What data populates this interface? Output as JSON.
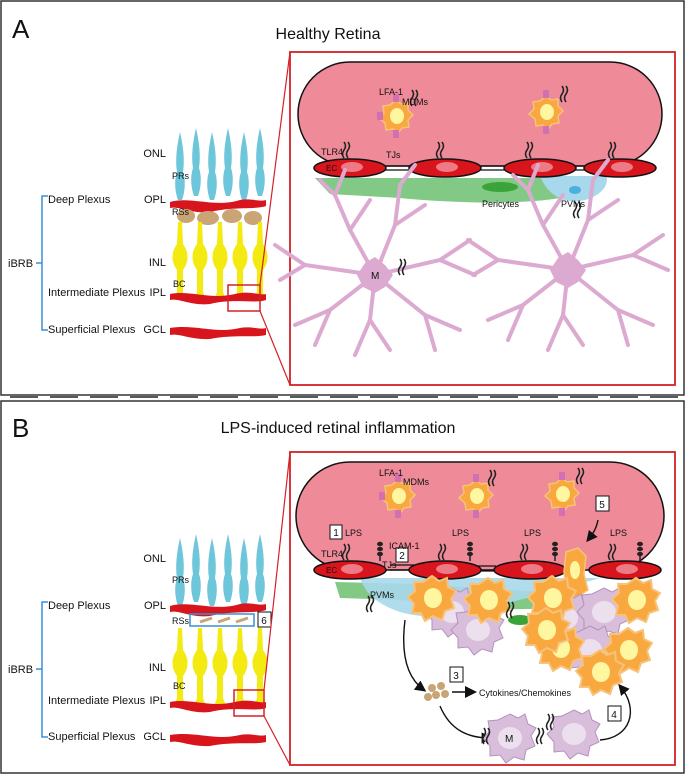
{
  "panelA": {
    "letter": "A",
    "title": "Healthy Retina",
    "layers": {
      "onl": "ONL",
      "opl": "OPL",
      "inl": "INL",
      "ipl": "IPL",
      "gcl": "GCL"
    },
    "plexus": {
      "deep": "Deep Plexus",
      "intermediate": "Intermediate Plexus",
      "superficial": "Superficial Plexus"
    },
    "ibrb": "iBRB",
    "cells": {
      "prs": "PRs",
      "rss": "RSs",
      "bc": "BC"
    },
    "inset": {
      "lfa1": "LFA-1",
      "mdms": "MDMs",
      "tlr4": "TLR4",
      "ec": "EC",
      "tjs": "TJs",
      "pericytes": "Pericytes",
      "pvms": "PVMs",
      "m": "M"
    }
  },
  "panelB": {
    "letter": "B",
    "title": "LPS-induced retinal inflammation",
    "layers": {
      "onl": "ONL",
      "opl": "OPL",
      "inl": "INL",
      "ipl": "IPL",
      "gcl": "GCL"
    },
    "plexus": {
      "deep": "Deep Plexus",
      "intermediate": "Intermediate Plexus",
      "superficial": "Superficial Plexus"
    },
    "ibrb": "iBRB",
    "cells": {
      "prs": "PRs",
      "rss": "RSs",
      "bc": "BC"
    },
    "step6": "6",
    "inset": {
      "lfa1": "LFA-1",
      "mdms": "MDMs",
      "tlr4": "TLR4",
      "ec": "EC",
      "tjs": "TJs",
      "icam1": "ICAM-1",
      "lps": "LPS",
      "pvms": "PVMs",
      "m": "M",
      "cytokines": "Cytokines/Chemokines",
      "step1": "1",
      "step2": "2",
      "step3": "3",
      "step4": "4",
      "step5": "5"
    }
  },
  "colors": {
    "frame": "#d42127",
    "vessel": "#ef8a98",
    "ec": "#d8141c",
    "photoreceptor": "#6ec6da",
    "bipolar": "#f2ea10",
    "capillary": "#d8141c",
    "rss": "#c9a475",
    "microglia": "#dcaad0",
    "mdm": "#f9a840",
    "pericyte": "#6cc070",
    "pvm": "#a8d8ec",
    "label_bracket": "#3b8fd9"
  }
}
